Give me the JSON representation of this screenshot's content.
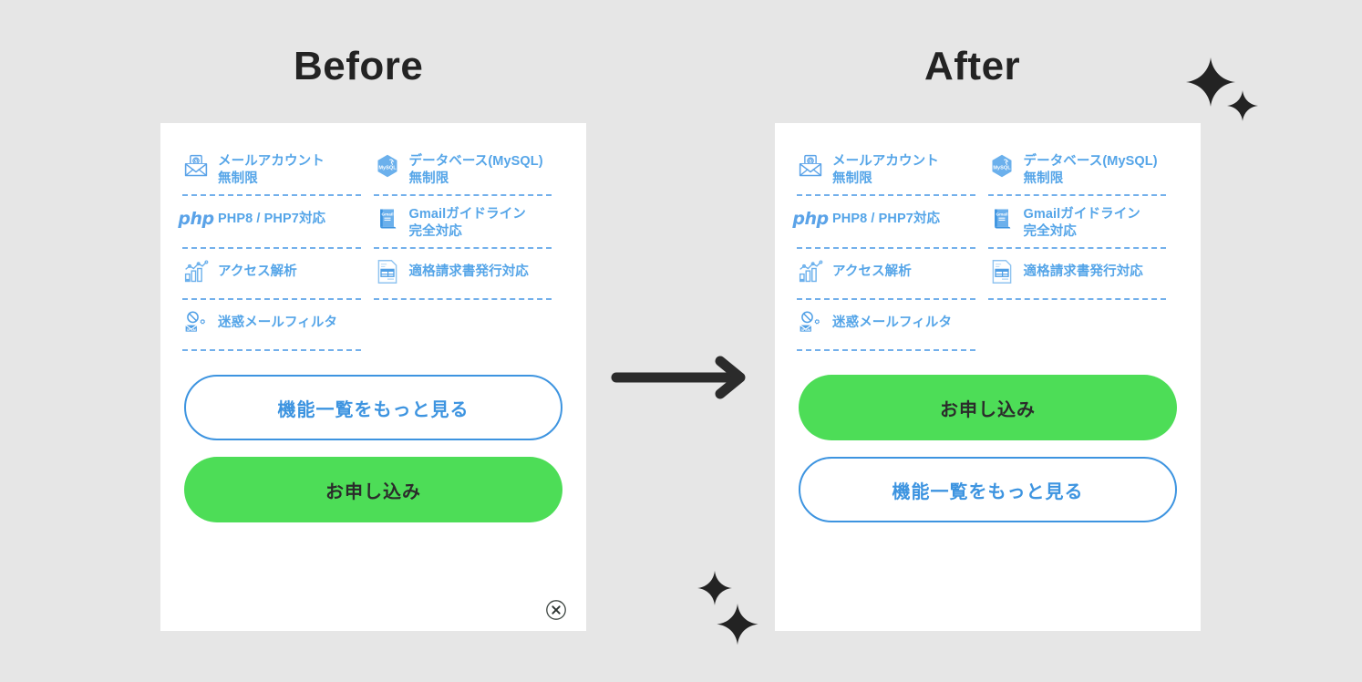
{
  "headings": {
    "before": "Before",
    "after": "After"
  },
  "colors": {
    "background": "#e6e6e6",
    "panel": "#ffffff",
    "accent_blue": "#55a5e8",
    "outline_blue": "#3d94e0",
    "green": "#4ddd57",
    "heading_dark": "#232323",
    "dashed_divider": "#5ba3e8"
  },
  "features": [
    {
      "icon": "email-envelope-icon",
      "lines": [
        "メールアカウント",
        "無制限"
      ]
    },
    {
      "icon": "mysql-hexagon-icon",
      "lines": [
        "データベース(MySQL)",
        "無制限"
      ]
    },
    {
      "icon": "php-wordmark-icon",
      "icon_text": "php",
      "lines": [
        "PHP8 / PHP7対応"
      ]
    },
    {
      "icon": "gmail-book-icon",
      "icon_text": "Gmail",
      "lines": [
        "Gmailガイドライン",
        "完全対応"
      ]
    },
    {
      "icon": "access-analytics-chart-icon",
      "lines": [
        "アクセス解析"
      ]
    },
    {
      "icon": "invoice-document-icon",
      "lines": [
        "適格請求書発行対応"
      ]
    },
    {
      "icon": "spam-mail-filter-icon",
      "icon_text": "SPAM",
      "lines": [
        "迷惑メールフィルタ"
      ]
    }
  ],
  "before_panel": {
    "buttons": [
      {
        "name": "more-features-button",
        "label": "機能一覧をもっと見る",
        "style": "outline"
      },
      {
        "name": "apply-button",
        "label": "お申し込み",
        "style": "green"
      }
    ],
    "close_icon": "close-circle-icon"
  },
  "after_panel": {
    "buttons": [
      {
        "name": "apply-button",
        "label": "お申し込み",
        "style": "green"
      },
      {
        "name": "more-features-button",
        "label": "機能一覧をもっと見る",
        "style": "outline"
      }
    ]
  },
  "decorations": {
    "arrow": "right-arrow-icon",
    "sparkles": [
      "sparkle-icon",
      "sparkle-icon",
      "sparkle-icon",
      "sparkle-icon"
    ]
  }
}
